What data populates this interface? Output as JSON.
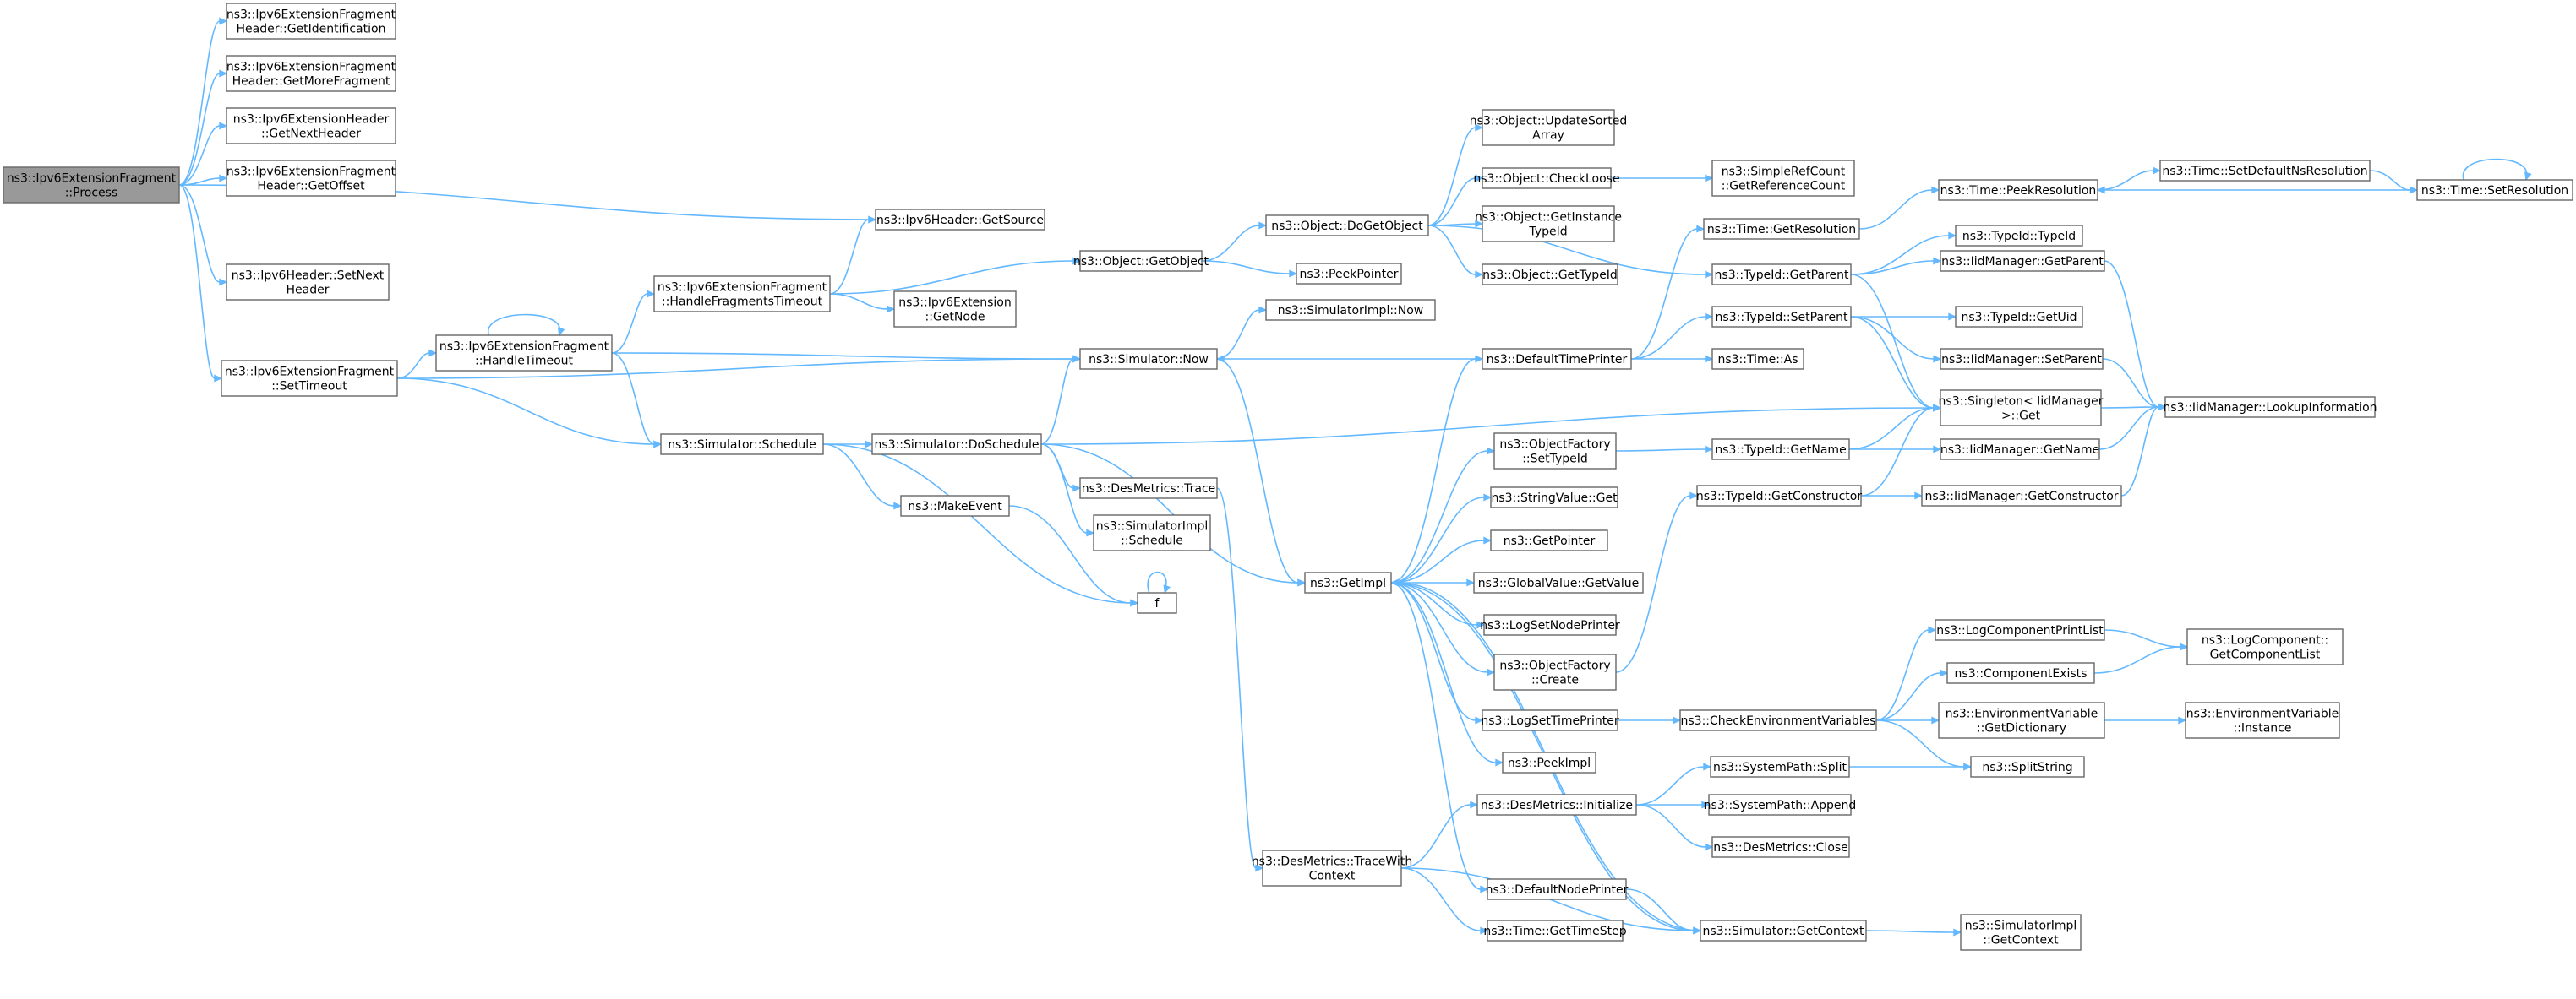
{
  "graph": {
    "nodes": [
      {
        "id": "n0",
        "label": [
          "ns3::Ipv6ExtensionFragment",
          "::Process"
        ],
        "root": true
      },
      {
        "id": "n1",
        "label": [
          "ns3::Ipv6ExtensionFragment",
          "Header::GetIdentification"
        ]
      },
      {
        "id": "n2",
        "label": [
          "ns3::Ipv6ExtensionFragment",
          "Header::GetMoreFragment"
        ]
      },
      {
        "id": "n3",
        "label": [
          "ns3::Ipv6ExtensionHeader",
          "::GetNextHeader"
        ]
      },
      {
        "id": "n4",
        "label": [
          "ns3::Ipv6ExtensionFragment",
          "Header::GetOffset"
        ]
      },
      {
        "id": "n5",
        "label": [
          "ns3::Ipv6Header::GetSource"
        ]
      },
      {
        "id": "n6",
        "label": [
          "ns3::Ipv6Header::SetNext",
          "Header"
        ]
      },
      {
        "id": "n7",
        "label": [
          "ns3::Ipv6ExtensionFragment",
          "::SetTimeout"
        ]
      },
      {
        "id": "n8",
        "label": [
          "ns3::Ipv6ExtensionFragment",
          "::HandleTimeout"
        ]
      },
      {
        "id": "n9",
        "label": [
          "ns3::Ipv6ExtensionFragment",
          "::HandleFragmentsTimeout"
        ]
      },
      {
        "id": "n10",
        "label": [
          "ns3::Simulator::Schedule"
        ]
      },
      {
        "id": "n11",
        "label": [
          "ns3::Object::GetObject"
        ]
      },
      {
        "id": "n12",
        "label": [
          "ns3::Ipv6Extension",
          "::GetNode"
        ]
      },
      {
        "id": "n13",
        "label": [
          "ns3::Simulator::Now"
        ]
      },
      {
        "id": "n14",
        "label": [
          "ns3::Simulator::DoSchedule"
        ]
      },
      {
        "id": "n15",
        "label": [
          "ns3::MakeEvent"
        ]
      },
      {
        "id": "n16",
        "label": [
          "f"
        ]
      },
      {
        "id": "n17",
        "label": [
          "ns3::DesMetrics::Trace"
        ]
      },
      {
        "id": "n18",
        "label": [
          "ns3::SimulatorImpl",
          "::Schedule"
        ]
      },
      {
        "id": "n19",
        "label": [
          "ns3::Object::DoGetObject"
        ]
      },
      {
        "id": "n20",
        "label": [
          "ns3::PeekPointer"
        ]
      },
      {
        "id": "n21",
        "label": [
          "ns3::SimulatorImpl::Now"
        ]
      },
      {
        "id": "n22",
        "label": [
          "ns3::GetImpl"
        ]
      },
      {
        "id": "n23",
        "label": [
          "ns3::DesMetrics::TraceWith",
          "Context"
        ]
      },
      {
        "id": "n24",
        "label": [
          "ns3::Object::UpdateSorted",
          "Array"
        ]
      },
      {
        "id": "n25",
        "label": [
          "ns3::Object::CheckLoose"
        ]
      },
      {
        "id": "n26",
        "label": [
          "ns3::Object::GetInstance",
          "TypeId"
        ]
      },
      {
        "id": "n27",
        "label": [
          "ns3::Object::GetTypeId"
        ]
      },
      {
        "id": "n28",
        "label": [
          "ns3::DefaultTimePrinter"
        ]
      },
      {
        "id": "n29",
        "label": [
          "ns3::ObjectFactory",
          "::SetTypeId"
        ]
      },
      {
        "id": "n30",
        "label": [
          "ns3::StringValue::Get"
        ]
      },
      {
        "id": "n31",
        "label": [
          "ns3::GetPointer"
        ]
      },
      {
        "id": "n32",
        "label": [
          "ns3::GlobalValue::GetValue"
        ]
      },
      {
        "id": "n33",
        "label": [
          "ns3::LogSetNodePrinter"
        ]
      },
      {
        "id": "n34",
        "label": [
          "ns3::ObjectFactory",
          "::Create"
        ]
      },
      {
        "id": "n35",
        "label": [
          "ns3::LogSetTimePrinter"
        ]
      },
      {
        "id": "n36",
        "label": [
          "ns3::PeekImpl"
        ]
      },
      {
        "id": "n37",
        "label": [
          "ns3::DesMetrics::Initialize"
        ]
      },
      {
        "id": "n38",
        "label": [
          "ns3::DefaultNodePrinter"
        ]
      },
      {
        "id": "n39",
        "label": [
          "ns3::Time::GetTimeStep"
        ]
      },
      {
        "id": "n40",
        "label": [
          "ns3::SimpleRefCount",
          "::GetReferenceCount"
        ]
      },
      {
        "id": "n41",
        "label": [
          "ns3::Time::GetResolution"
        ]
      },
      {
        "id": "n42",
        "label": [
          "ns3::TypeId::GetParent"
        ]
      },
      {
        "id": "n43",
        "label": [
          "ns3::TypeId::SetParent"
        ]
      },
      {
        "id": "n44",
        "label": [
          "ns3::Time::As"
        ]
      },
      {
        "id": "n45",
        "label": [
          "ns3::TypeId::GetName"
        ]
      },
      {
        "id": "n46",
        "label": [
          "ns3::TypeId::GetConstructor"
        ]
      },
      {
        "id": "n47",
        "label": [
          "ns3::CheckEnvironmentVariables"
        ]
      },
      {
        "id": "n48",
        "label": [
          "ns3::SystemPath::Split"
        ]
      },
      {
        "id": "n49",
        "label": [
          "ns3::SystemPath::Append"
        ]
      },
      {
        "id": "n50",
        "label": [
          "ns3::DesMetrics::Close"
        ]
      },
      {
        "id": "n51",
        "label": [
          "ns3::Simulator::GetContext"
        ]
      },
      {
        "id": "n52",
        "label": [
          "ns3::Time::PeekResolution"
        ]
      },
      {
        "id": "n53",
        "label": [
          "ns3::TypeId::TypeId"
        ]
      },
      {
        "id": "n54",
        "label": [
          "ns3::IidManager::GetParent"
        ]
      },
      {
        "id": "n55",
        "label": [
          "ns3::TypeId::GetUid"
        ]
      },
      {
        "id": "n56",
        "label": [
          "ns3::IidManager::SetParent"
        ]
      },
      {
        "id": "n57",
        "label": [
          "ns3::Singleton< IidManager",
          " >::Get"
        ]
      },
      {
        "id": "n58",
        "label": [
          "ns3::IidManager::GetName"
        ]
      },
      {
        "id": "n59",
        "label": [
          "ns3::IidManager::GetConstructor"
        ]
      },
      {
        "id": "n60",
        "label": [
          "ns3::LogComponentPrintList"
        ]
      },
      {
        "id": "n61",
        "label": [
          "ns3::ComponentExists"
        ]
      },
      {
        "id": "n62",
        "label": [
          "ns3::EnvironmentVariable",
          "::GetDictionary"
        ]
      },
      {
        "id": "n63",
        "label": [
          "ns3::SplitString"
        ]
      },
      {
        "id": "n64",
        "label": [
          "ns3::SimulatorImpl",
          "::GetContext"
        ]
      },
      {
        "id": "n65",
        "label": [
          "ns3::Time::SetDefaultNsResolution"
        ]
      },
      {
        "id": "n66",
        "label": [
          "ns3::Time::SetResolution"
        ]
      },
      {
        "id": "n67",
        "label": [
          "ns3::IidManager::LookupInformation"
        ]
      },
      {
        "id": "n68",
        "label": [
          "ns3::LogComponent::",
          "GetComponentList"
        ]
      },
      {
        "id": "n69",
        "label": [
          "ns3::EnvironmentVariable",
          "::Instance"
        ]
      }
    ],
    "edges": [
      [
        "n0",
        "n1"
      ],
      [
        "n0",
        "n2"
      ],
      [
        "n0",
        "n3"
      ],
      [
        "n0",
        "n4"
      ],
      [
        "n0",
        "n5"
      ],
      [
        "n0",
        "n6"
      ],
      [
        "n0",
        "n7"
      ],
      [
        "n7",
        "n8"
      ],
      [
        "n7",
        "n13"
      ],
      [
        "n7",
        "n10"
      ],
      [
        "n8",
        "n8"
      ],
      [
        "n8",
        "n9"
      ],
      [
        "n8",
        "n13"
      ],
      [
        "n8",
        "n10"
      ],
      [
        "n9",
        "n5"
      ],
      [
        "n9",
        "n11"
      ],
      [
        "n9",
        "n12"
      ],
      [
        "n10",
        "n14"
      ],
      [
        "n10",
        "n15"
      ],
      [
        "n10",
        "n16"
      ],
      [
        "n11",
        "n19"
      ],
      [
        "n11",
        "n20"
      ],
      [
        "n13",
        "n21"
      ],
      [
        "n13",
        "n22"
      ],
      [
        "n14",
        "n13"
      ],
      [
        "n14",
        "n57"
      ],
      [
        "n14",
        "n17"
      ],
      [
        "n14",
        "n18"
      ],
      [
        "n14",
        "n22"
      ],
      [
        "n15",
        "n16"
      ],
      [
        "n16",
        "n16"
      ],
      [
        "n17",
        "n23"
      ],
      [
        "n19",
        "n24"
      ],
      [
        "n19",
        "n25"
      ],
      [
        "n19",
        "n26"
      ],
      [
        "n19",
        "n27"
      ],
      [
        "n19",
        "n42"
      ],
      [
        "n25",
        "n40"
      ],
      [
        "n22",
        "n28"
      ],
      [
        "n22",
        "n29"
      ],
      [
        "n22",
        "n30"
      ],
      [
        "n22",
        "n31"
      ],
      [
        "n22",
        "n32"
      ],
      [
        "n22",
        "n33"
      ],
      [
        "n22",
        "n34"
      ],
      [
        "n22",
        "n35"
      ],
      [
        "n22",
        "n36"
      ],
      [
        "n22",
        "n38"
      ],
      [
        "n22",
        "n51"
      ],
      [
        "n23",
        "n37"
      ],
      [
        "n23",
        "n39"
      ],
      [
        "n23",
        "n51"
      ],
      [
        "n28",
        "n13"
      ],
      [
        "n28",
        "n41"
      ],
      [
        "n28",
        "n43"
      ],
      [
        "n28",
        "n44"
      ],
      [
        "n29",
        "n45"
      ],
      [
        "n34",
        "n46"
      ],
      [
        "n35",
        "n47"
      ],
      [
        "n37",
        "n48"
      ],
      [
        "n37",
        "n49"
      ],
      [
        "n37",
        "n50"
      ],
      [
        "n38",
        "n51"
      ],
      [
        "n51",
        "n64"
      ],
      [
        "n51",
        "n22"
      ],
      [
        "n41",
        "n52"
      ],
      [
        "n42",
        "n53"
      ],
      [
        "n42",
        "n54"
      ],
      [
        "n42",
        "n57"
      ],
      [
        "n43",
        "n55"
      ],
      [
        "n43",
        "n56"
      ],
      [
        "n43",
        "n57"
      ],
      [
        "n45",
        "n57"
      ],
      [
        "n45",
        "n58"
      ],
      [
        "n46",
        "n57"
      ],
      [
        "n46",
        "n59"
      ],
      [
        "n47",
        "n60"
      ],
      [
        "n47",
        "n61"
      ],
      [
        "n47",
        "n62"
      ],
      [
        "n47",
        "n63"
      ],
      [
        "n48",
        "n63"
      ],
      [
        "n52",
        "n65"
      ],
      [
        "n65",
        "n66"
      ],
      [
        "n66",
        "n66"
      ],
      [
        "n66",
        "n52"
      ],
      [
        "n54",
        "n67"
      ],
      [
        "n56",
        "n67"
      ],
      [
        "n57",
        "n67"
      ],
      [
        "n58",
        "n67"
      ],
      [
        "n59",
        "n67"
      ],
      [
        "n60",
        "n68"
      ],
      [
        "n61",
        "n68"
      ],
      [
        "n62",
        "n69"
      ]
    ]
  }
}
